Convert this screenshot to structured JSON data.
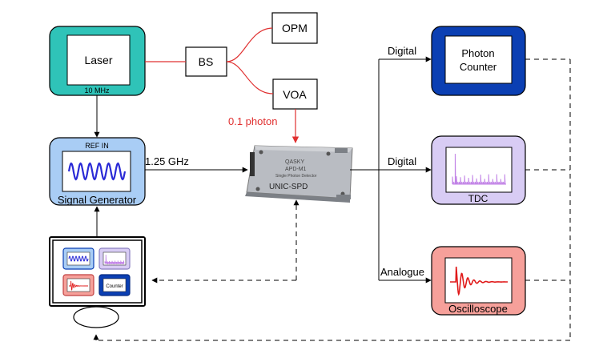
{
  "colors": {
    "laser": "#2fc3b8",
    "signal_generator": "#a9cdf5",
    "photon_counter": "#0b3fb3",
    "tdc": "#d8ccf4",
    "oscilloscope": "#f6a09a",
    "red_line": "#e03030",
    "sine": "#2a2ad6",
    "tdc_trace": "#c080e6",
    "scope_trace": "#e01a1a",
    "device_body": "#b9bcc2"
  },
  "labels": {
    "laser": "Laser",
    "laser_sub": "10 MHz",
    "bs": "BS",
    "opm": "OPM",
    "voa": "VOA",
    "photon_level": "0.1 photon",
    "ref_in": "REF IN",
    "signal_generator": "Signal Generator",
    "freq": "1.25 GHz",
    "device_brand": "QASKY",
    "device_model": "APD-M1",
    "device_desc": "Single Photon Detector",
    "device_name": "UNIC-SPD",
    "digital_top": "Digital",
    "digital_mid": "Digital",
    "analogue": "Analogue",
    "photon_counter_line1": "Photon",
    "photon_counter_line2": "Counter",
    "tdc": "TDC",
    "oscilloscope": "Oscilloscope",
    "monitor_counter": "Counter"
  },
  "icons": {
    "monitor": "computer-monitor-icon",
    "device": "single-photon-detector-module"
  }
}
